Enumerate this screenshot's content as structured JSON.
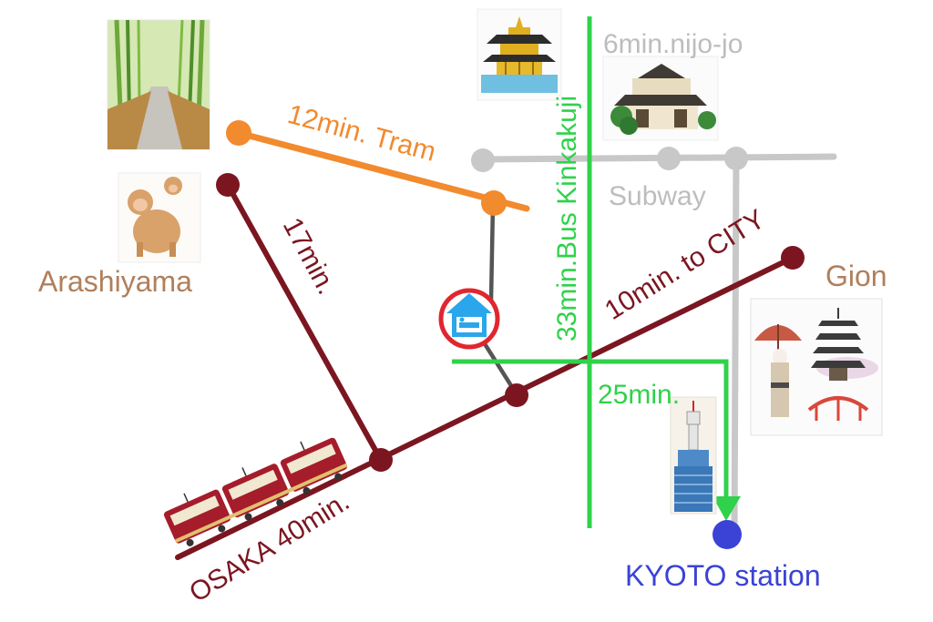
{
  "colors": {
    "tram": "#f28a2e",
    "rail": "#7b1620",
    "subway": "#c8c8c8",
    "bus": "#2fd24a",
    "hotel_link": "#555555",
    "station": "#3a43d6",
    "area_label": "#b07f5c",
    "hotel_sign": "#e0262e"
  },
  "labels": {
    "tram": "12min. Tram",
    "rail_arashiyama": "17min.",
    "rail_city": "10min. to CITY",
    "rail_osaka": "OSAKA 40min.",
    "bus_kinkakuji": "33min.Bus  Kinkakuji",
    "subway": "Subway",
    "nijo": "6min.nijo-jo",
    "bus_station": "25min.",
    "arashiyama": "Arashiyama",
    "gion": "Gion",
    "kyoto_station": "KYOTO station"
  },
  "icons": {
    "bamboo": "bamboo-grove-icon",
    "monkeys": "monkeys-icon",
    "kinkakuji": "golden-pavilion-icon",
    "nijo": "nijo-castle-icon",
    "hotel": "hotel-icon",
    "gion": "geisha-pagoda-icon",
    "tower": "kyoto-tower-icon",
    "train": "train-icon"
  }
}
